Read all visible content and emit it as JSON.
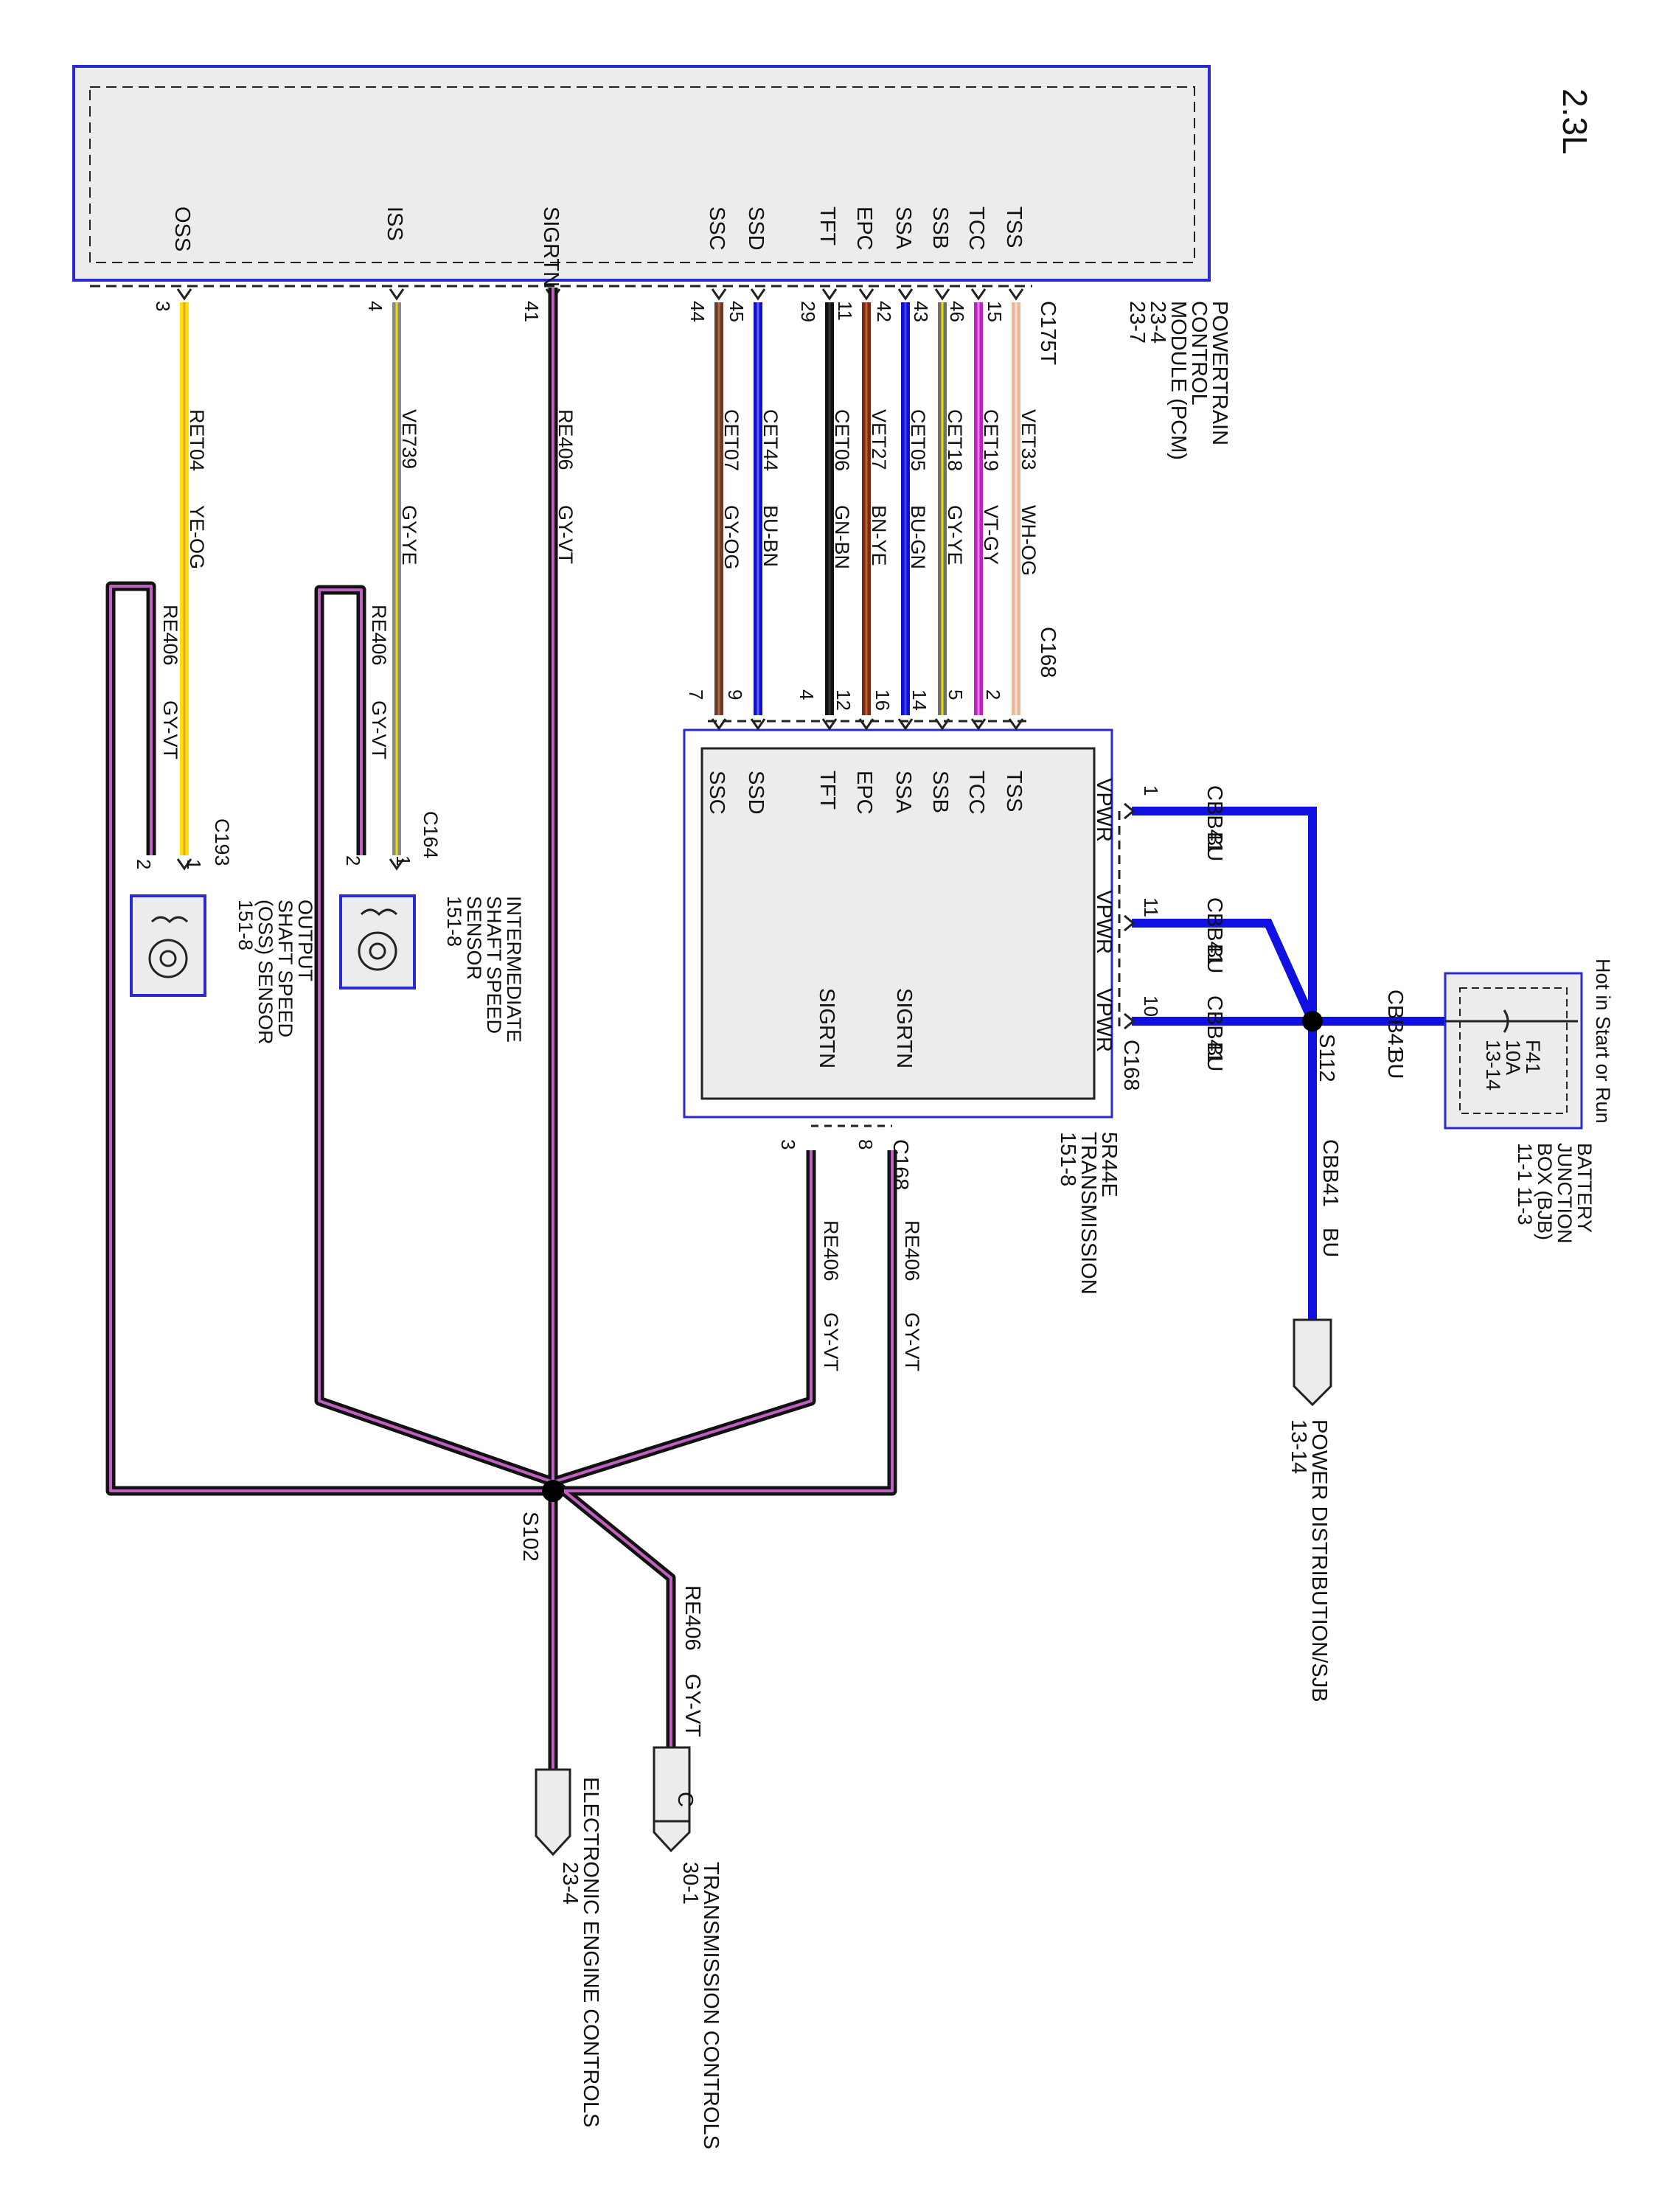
{
  "page_label": "2.3L",
  "pcm": {
    "pins": [
      {
        "label": "OSS",
        "pin": "3",
        "circuit": "RET04",
        "color_code": "YE-OG",
        "wire_color": "#f7e300",
        "stripe_color": "#f0a030"
      },
      {
        "label": "ISS",
        "pin": "4",
        "circuit": "VE739",
        "color_code": "GY-YE",
        "wire_color": "#8a8a8a",
        "stripe_color": "#e8e000"
      },
      {
        "label": "SIGRTN",
        "pin": "41",
        "circuit": "RE406",
        "color_code": "GY-VT",
        "wire_color": "#7a1a7a",
        "stripe_color": "#c060c0"
      },
      {
        "label": "SSC",
        "pin": "44",
        "circuit": "CET07",
        "color_code": "GY-OG",
        "wire_color": "#6b3a2a",
        "stripe_color": "#a07040"
      },
      {
        "label": "SSD",
        "pin": "45",
        "circuit": "CET44",
        "color_code": "BU-BN",
        "wire_color": "#1010c8",
        "stripe_color": "#6060ff"
      },
      {
        "label": "TFT",
        "pin": "29",
        "circuit": "CET06",
        "color_code": "GN-BN",
        "wire_color": "#111111",
        "stripe_color": "#333333"
      },
      {
        "label": "EPC",
        "pin": "11",
        "circuit": "VET27",
        "color_code": "BN-YE",
        "wire_color": "#7a2a10",
        "stripe_color": "#c06030"
      },
      {
        "label": "SSA",
        "pin": "42",
        "circuit": "CET05",
        "color_code": "BU-GN",
        "wire_color": "#1010d0",
        "stripe_color": "#4040ff"
      },
      {
        "label": "SSB",
        "pin": "43",
        "circuit": "CET18",
        "color_code": "GY-YE",
        "wire_color": "#707070",
        "stripe_color": "#e8e000"
      },
      {
        "label": "TCC",
        "pin": "46",
        "circuit": "CET19",
        "color_code": "VT-GY",
        "wire_color": "#c020c0",
        "stripe_color": "#e080e0"
      },
      {
        "label": "TSS",
        "pin": "15",
        "circuit": "VET33",
        "color_code": "WH-OG",
        "wire_color": "#e8b89a",
        "stripe_color": "#f5e0d0"
      }
    ],
    "connector": "C175T",
    "name_lines": [
      "POWERTRAIN",
      "CONTROL",
      "MODULE (PCM)",
      "23-4",
      "23-7"
    ]
  },
  "transmission": {
    "name_lines": [
      "5R44E",
      "TRANSMISSION",
      "151-8"
    ],
    "connector": "C168",
    "connector_bottom": "C168",
    "pins": [
      {
        "label": "SSC",
        "pin": "7"
      },
      {
        "label": "SSD",
        "pin": "9"
      },
      {
        "label": "TFT",
        "pin": "4"
      },
      {
        "label": "EPC",
        "pin": "12"
      },
      {
        "label": "SSA",
        "pin": "16"
      },
      {
        "label": "SSB",
        "pin": "14"
      },
      {
        "label": "TCC",
        "pin": "5"
      },
      {
        "label": "TSS",
        "pin": "2"
      }
    ],
    "vpwr": [
      {
        "label": "VPWR",
        "pin": "1",
        "circuit": "CBB41",
        "color_code": "BU"
      },
      {
        "label": "VPWR",
        "pin": "11",
        "circuit": "CBB41",
        "color_code": "BU"
      },
      {
        "label": "VPWR",
        "pin": "10",
        "circuit": "CBB41",
        "color_code": "BU"
      }
    ],
    "sigrtn": [
      {
        "label": "SIGRTN",
        "pin": "3",
        "circuit": "RE406",
        "color_code": "GY-VT"
      },
      {
        "label": "SIGRTN",
        "pin": "8",
        "circuit": "RE406",
        "color_code": "GY-VT"
      }
    ],
    "connector_c168_right": "C168"
  },
  "bjb": {
    "name_lines": [
      "BATTERY",
      "JUNCTION",
      "BOX (BJB)",
      "11-1    11-3"
    ],
    "hot_label": "Hot in Start or Run",
    "fuse_lines": [
      "F41",
      "10A",
      "13-14"
    ],
    "circuit": "CBB41",
    "color_code": "BU"
  },
  "splice_s112": "S112",
  "splice_s102": "S102",
  "power_dist": {
    "circuit": "CBB41",
    "color_code": "BU",
    "label": "POWER DISTRIBUTION/SJB",
    "ref": "13-14"
  },
  "iss_sensor": {
    "name_lines": [
      "INTERMEDIATE",
      "SHAFT SPEED",
      "SENSOR",
      "151-8"
    ],
    "connector": "C164",
    "pin1": "1",
    "pin2": "2",
    "return_circuit": "RE406",
    "return_color": "GY-VT"
  },
  "oss_sensor": {
    "name_lines": [
      "OUTPUT",
      "SHAFT SPEED",
      "(OSS) SENSOR",
      "151-8"
    ],
    "connector": "C193",
    "pin1": "1",
    "pin2": "2",
    "return_circuit": "RE406",
    "return_color": "GY-VT"
  },
  "eec": {
    "label": "ELECTRONIC ENGINE CONTROLS",
    "ref": "23-4"
  },
  "trans_ctrl": {
    "letter": "C",
    "circuit": "RE406",
    "color_code": "GY-VT",
    "label": "TRANSMISSION CONTROLS",
    "ref": "30-1"
  },
  "colors": {
    "blue_power": "#1010e0",
    "sigrtn": "#7a1a7a",
    "box_blue": "#2a2ad0"
  }
}
